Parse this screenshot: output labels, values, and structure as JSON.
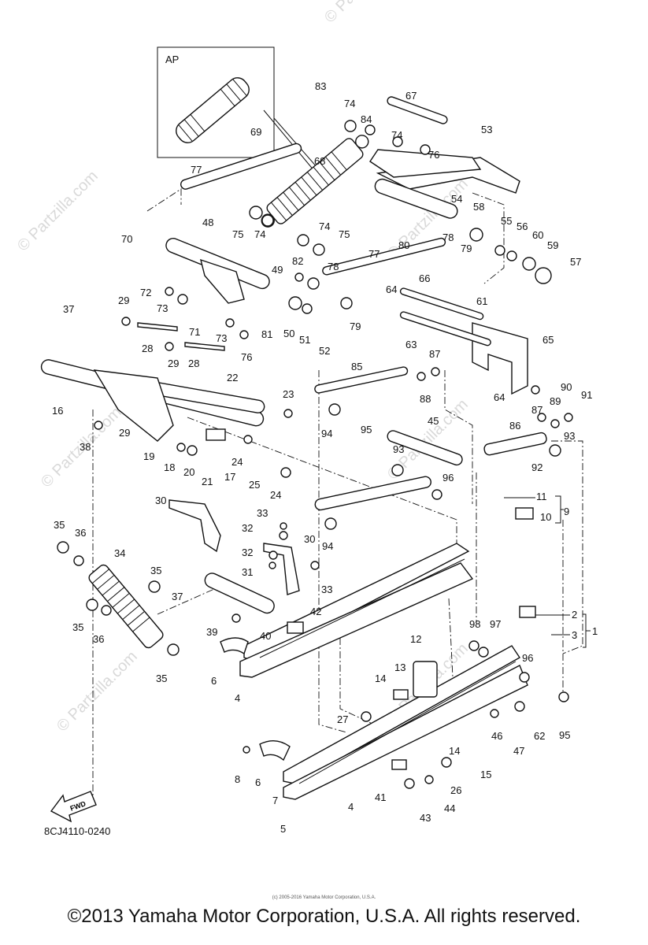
{
  "watermark": "© Partzilla.com",
  "inset": {
    "tag": "AP",
    "part": "69"
  },
  "fwd_label": "FWD",
  "diagram_code": "8CJ4110-0240",
  "tiny_credit": "(c) 2005-2016 Yamaha Motor Corporation, U.S.A.",
  "footer": "©2013 Yamaha Motor Corporation, U.S.A. All rights reserved.",
  "callouts": [
    "83",
    "74",
    "84",
    "67",
    "53",
    "74",
    "76",
    "68",
    "54",
    "58",
    "77",
    "75",
    "74",
    "74",
    "75",
    "80",
    "78",
    "55",
    "56",
    "60",
    "59",
    "48",
    "70",
    "82",
    "78",
    "79",
    "77",
    "57",
    "49",
    "72",
    "73",
    "66",
    "64",
    "61",
    "71",
    "73",
    "81",
    "50",
    "51",
    "52",
    "79",
    "63",
    "65",
    "37",
    "29",
    "28",
    "29",
    "28",
    "76",
    "87",
    "85",
    "88",
    "64",
    "90",
    "89",
    "91",
    "22",
    "16",
    "23",
    "87",
    "29",
    "38",
    "94",
    "86",
    "93",
    "19",
    "18",
    "20",
    "21",
    "17",
    "24",
    "25",
    "24",
    "95",
    "93",
    "45",
    "92",
    "30",
    "96",
    "11",
    "33",
    "10",
    "9",
    "32",
    "30",
    "94",
    "35",
    "36",
    "34",
    "32",
    "31",
    "33",
    "35",
    "37",
    "42",
    "2",
    "98",
    "97",
    "3",
    "1",
    "35",
    "36",
    "39",
    "40",
    "12",
    "96",
    "35",
    "6",
    "14",
    "13",
    "4",
    "27",
    "95",
    "46",
    "62",
    "14",
    "47",
    "15",
    "8",
    "6",
    "26",
    "7",
    "41",
    "44",
    "4",
    "43",
    "5"
  ]
}
